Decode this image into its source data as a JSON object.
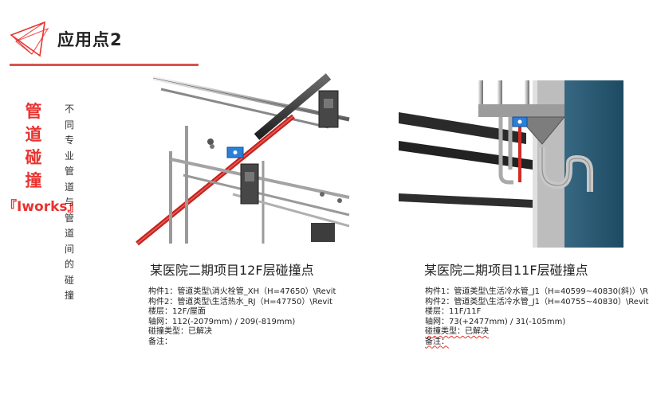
{
  "header": {
    "title": "应用点2",
    "accent_color": "#e8332f"
  },
  "sidebar": {
    "vertical_title": "管道碰撞",
    "brand": "『Iworks』",
    "vertical_subtitle": "不同专业管道与管道间的碰撞"
  },
  "collisions": [
    {
      "title": "某医院二期项目12F层碰撞点",
      "component1": "构件1：管道类型\\消火栓管_XH（H=47650）\\Revit",
      "component2": "构件2：管道类型\\生活热水_RJ（H=47750）\\Revit",
      "floor": "楼层：12F/屋面",
      "grid": "轴网：112(-2079mm) / 209(-819mm)",
      "collision_type": "碰撞类型：已解决",
      "remark": "备注："
    },
    {
      "title": "某医院二期项目11F层碰撞点",
      "component1": "构件1：管道类型\\生活冷水管_J1（H=40599~40830(斜)）\\R",
      "component2": "构件2：管道类型\\生活冷水管_J1（H=40755~40830）\\Revit",
      "floor": "楼层：11F/11F",
      "grid": "轴网：73(+2477mm) / 31(-105mm)",
      "collision_type": "碰撞类型：已解决",
      "remark": "备注："
    }
  ]
}
